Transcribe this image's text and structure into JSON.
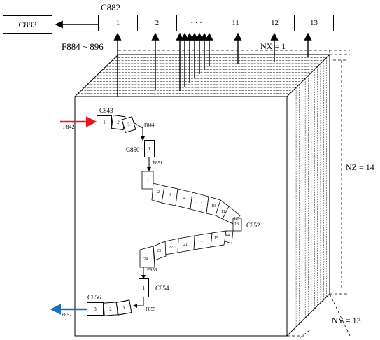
{
  "top": {
    "c882": "C882",
    "c883": "C883",
    "cells": [
      "1",
      "2",
      "· · ·",
      "11",
      "12",
      "13"
    ],
    "f_range": "F884 ~ 896"
  },
  "grid": {
    "nx": "NX = 1",
    "nz": "NZ = 14",
    "ny": "NY = 13"
  },
  "path": {
    "f842": "F842",
    "c843": "C843",
    "c843_cells": [
      "1",
      "2",
      "3"
    ],
    "f844": "F844",
    "c850": "C850",
    "c850_cell": "1",
    "f851": "F851",
    "c852": "C852",
    "c852_top": [
      "1",
      "2",
      "3",
      "4",
      "· · ·",
      "10",
      "11",
      "12"
    ],
    "c852_bottom": [
      "13",
      "14",
      "15",
      "· · ·",
      "21",
      "22",
      "23",
      "24"
    ],
    "f853": "F853",
    "c854": "C854",
    "c854_cell": "1",
    "f855": "F855",
    "c856": "C856",
    "c856_cells": [
      "3",
      "2",
      "1"
    ],
    "f857": "F857"
  },
  "colors": {
    "inlet_arrow": "#e8141c",
    "outlet_arrow": "#1f6fb8"
  }
}
